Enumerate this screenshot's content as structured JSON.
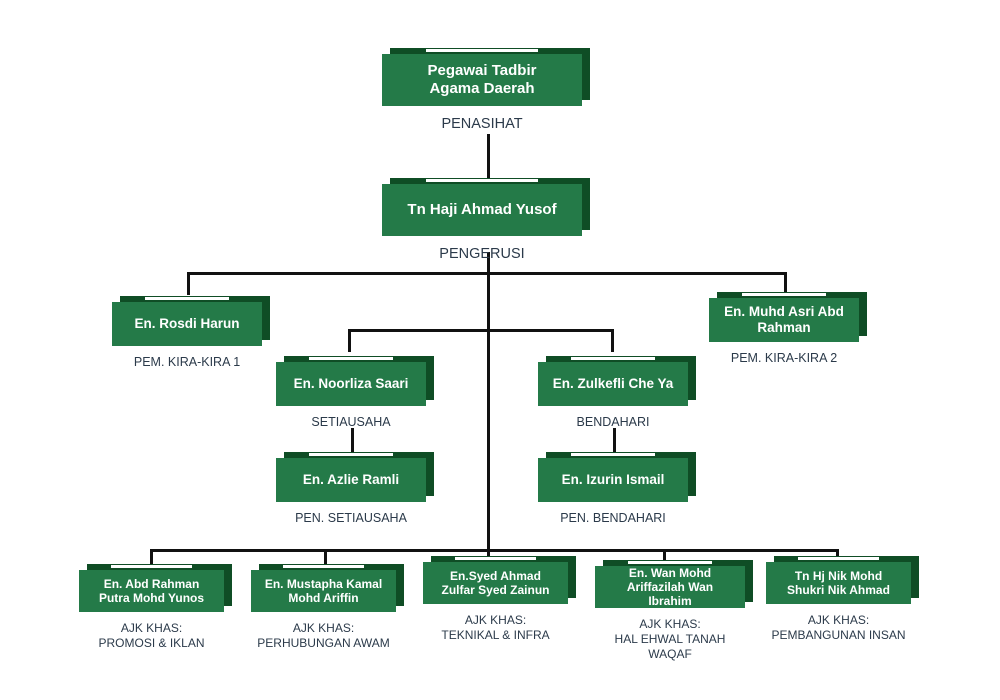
{
  "chart_data": {
    "type": "diagram",
    "title": "Carta Organisasi",
    "node_count": 12,
    "colors": {
      "panel": "#247a48",
      "shadow": "#0f4d25",
      "accent": "#ffffff",
      "caption": "#2b3a4a",
      "connector": "#111111",
      "background": "#ffffff"
    }
  },
  "nodes": {
    "penasihat": {
      "name": "Pegawai Tadbir\nAgama Daerah",
      "title": "PENASIHAT"
    },
    "pengerusi": {
      "name": "Tn Haji Ahmad Yusof",
      "title": "PENGERUSI"
    },
    "pemkira1": {
      "name": "En. Rosdi Harun",
      "title": "PEM. KIRA-KIRA 1"
    },
    "pemkira2": {
      "name": "En. Muhd Asri Abd\nRahman",
      "title": "PEM. KIRA-KIRA 2"
    },
    "setiausaha": {
      "name": "En. Noorliza Saari",
      "title": "SETIAUSAHA"
    },
    "bendahari": {
      "name": "En. Zulkefli Che Ya",
      "title": "BENDAHARI"
    },
    "pen_setiausaha": {
      "name": "En. Azlie Ramli",
      "title": "PEN. SETIAUSAHA"
    },
    "pen_bendahari": {
      "name": "En. Izurin Ismail",
      "title": "PEN. BENDAHARI"
    },
    "ajk1": {
      "name": "En. Abd Rahman\nPutra Mohd Yunos",
      "title": "AJK KHAS:\nPROMOSI & IKLAN"
    },
    "ajk2": {
      "name": "En. Mustapha Kamal\nMohd Ariffin",
      "title": "AJK KHAS:\nPERHUBUNGAN AWAM"
    },
    "ajk3": {
      "name": "En.Syed Ahmad\nZulfar Syed Zainun",
      "title": "AJK KHAS:\nTEKNIKAL & INFRA"
    },
    "ajk4": {
      "name": "En. Wan Mohd\nAriffazilah Wan Ibrahim",
      "title": "AJK KHAS:\nHAL EHWAL TANAH WAQAF"
    },
    "ajk5": {
      "name": "Tn Hj Nik Mohd\nShukri Nik Ahmad",
      "title": "AJK KHAS:\nPEMBANGUNAN INSAN"
    }
  }
}
